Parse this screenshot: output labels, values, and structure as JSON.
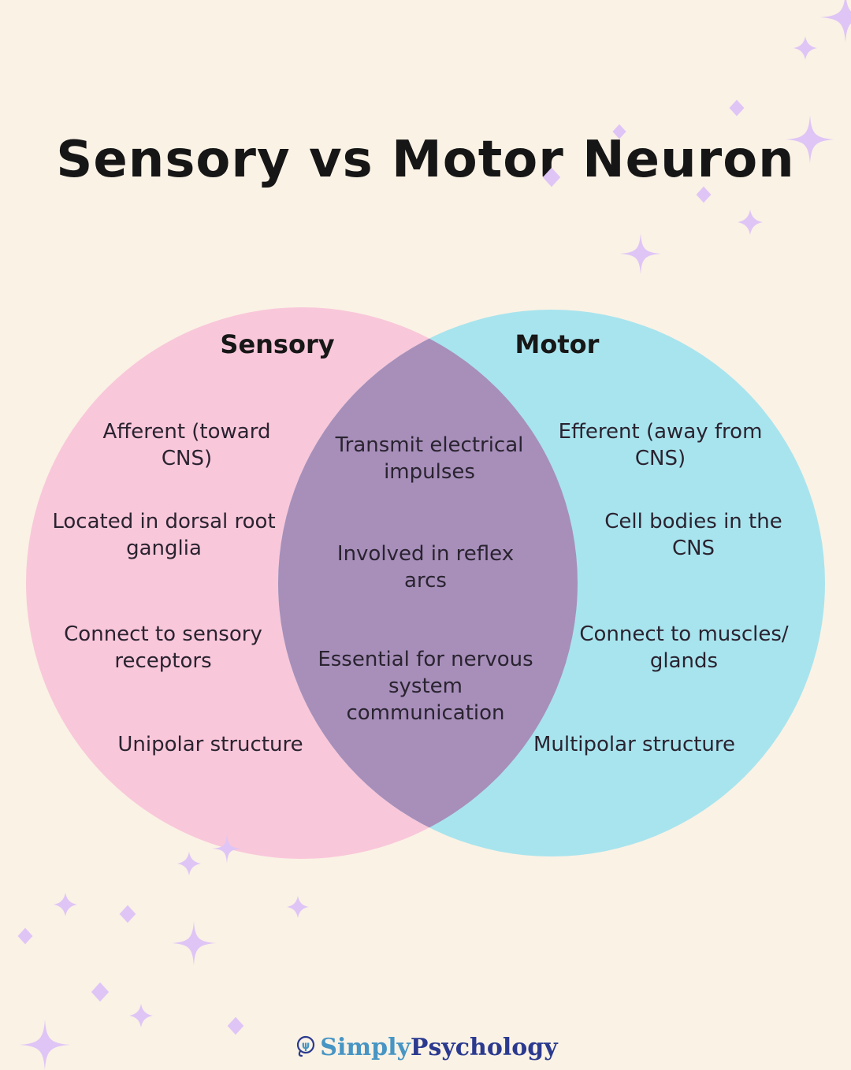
{
  "title": "Sensory vs Motor Neuron",
  "venn": {
    "left": {
      "label": "Sensory",
      "color": "#f9c7da",
      "items": [
        {
          "lines": [
            "Afferent (toward",
            "CNS)"
          ]
        },
        {
          "lines": [
            "Located in dorsal root",
            "ganglia"
          ]
        },
        {
          "lines": [
            "Connect to sensory",
            "receptors"
          ]
        },
        {
          "lines": [
            "Unipolar structure"
          ]
        }
      ]
    },
    "right": {
      "label": "Motor",
      "color": "#a8e4ee",
      "items": [
        {
          "lines": [
            "Efferent (away from",
            "CNS)"
          ]
        },
        {
          "lines": [
            "Cell bodies in the",
            "CNS"
          ]
        },
        {
          "lines": [
            "Connect to muscles/",
            "glands"
          ]
        },
        {
          "lines": [
            "Multipolar structure"
          ]
        }
      ]
    },
    "overlap": {
      "color": "#a78fba",
      "items": [
        {
          "lines": [
            "Transmit electrical",
            "impulses"
          ]
        },
        {
          "lines": [
            "Involved in reflex",
            "arcs"
          ]
        },
        {
          "lines": [
            "Essential for nervous",
            "system",
            "communication"
          ]
        }
      ]
    }
  },
  "footer": {
    "brand_part1": "Simply",
    "brand_part2": "Psychology",
    "icon": "psychology-head-icon",
    "brand_color_1": "#4795c4",
    "brand_color_2": "#2b3a8f"
  },
  "colors": {
    "background": "#faf2e5",
    "sparkle": "#dfc5f6",
    "text": "#2a2330"
  }
}
